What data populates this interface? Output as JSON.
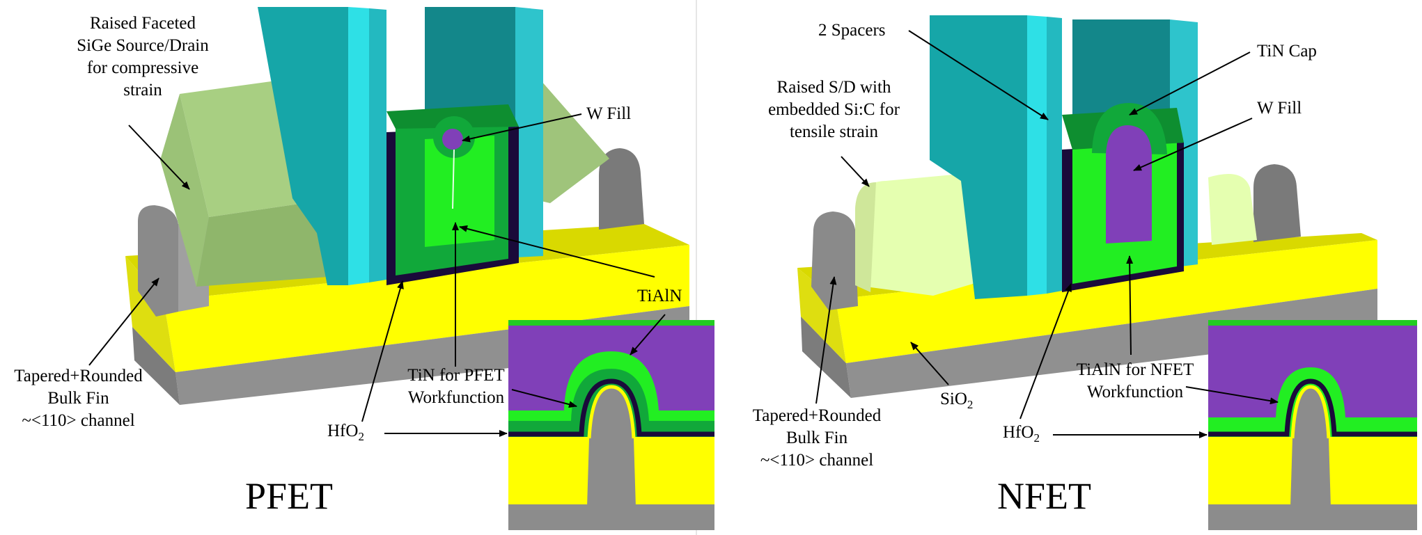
{
  "colors": {
    "sio2": "#ffff00",
    "fin": "#8c8c8c",
    "spacer": "#2dd4d9",
    "gate_wall": "#149a9a",
    "tin": "#11a83a",
    "tialn": "#22ee22",
    "w_fill": "#8040b8",
    "hfo2": "#1a0a3a",
    "sige": "#9ec97a",
    "sic": "#e5ffb0"
  },
  "pfet": {
    "title": "PFET",
    "labels": {
      "sige": [
        "Raised Faceted",
        "SiGe Source/Drain",
        "for compressive",
        "strain"
      ],
      "w_fill": "W Fill",
      "tialn": "TiAlN",
      "tin_wf": [
        "TiN for PFET",
        "Workfunction"
      ],
      "hfo2_main": "HfO",
      "hfo2_sub": "2",
      "fin": [
        "Tapered+Rounded",
        "Bulk Fin",
        "~<110> channel"
      ]
    }
  },
  "nfet": {
    "title": "NFET",
    "labels": {
      "spacers": "2 Spacers",
      "tin_cap": "TiN Cap",
      "w_fill": "W Fill",
      "raised_sd": [
        "Raised S/D with",
        "embedded Si:C for",
        "tensile strain"
      ],
      "tialn_wf": [
        "TiAlN for NFET",
        "Workfunction"
      ],
      "sio2_main": "SiO",
      "sio2_sub": "2",
      "hfo2_main": "HfO",
      "hfo2_sub": "2",
      "fin": [
        "Tapered+Rounded",
        "Bulk Fin",
        "~<110> channel"
      ]
    }
  }
}
